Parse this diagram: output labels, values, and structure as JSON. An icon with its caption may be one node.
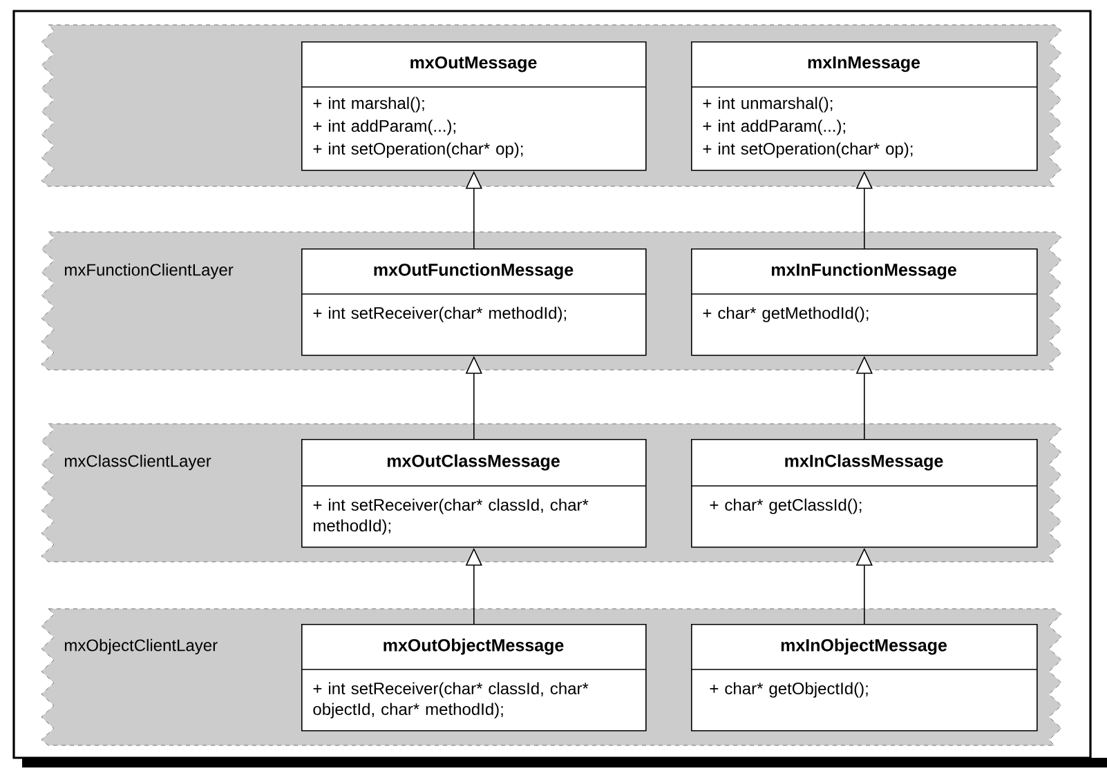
{
  "diagram": {
    "nodes": [
      {
        "text": [],
        "shape": "band"
      },
      {
        "text": [
          "mxOutMessage",
          "+ int marshal();",
          "+ int addParam(...);",
          "+ int setOperation(char* op);"
        ],
        "in": 0
      },
      {
        "text": [
          "mxInMessage",
          "+ int unmarshal();",
          "+ int addParam(...);",
          "+ int setOperation(char* op);"
        ],
        "in": 0
      },
      {
        "text": [
          "mxFunctionClientLayer"
        ]
      },
      {
        "text": [
          "mxOutFunctionMessage",
          "+ int setReceiver(char* methodId);"
        ],
        "in": 3
      },
      {
        "text": [
          "mxInFunctionMessage",
          "+ char* getMethodId();"
        ],
        "in": 3
      },
      {
        "text": [
          "mxClassClientLayer"
        ]
      },
      {
        "text": [
          "mxOutClassMessage",
          "+ int setReceiver(char* classId, char* methodId);"
        ],
        "in": 6
      },
      {
        "text": [
          "mxInClassMessage",
          "+ char* getClassId();"
        ],
        "in": 6
      },
      {
        "text": [
          "mxObjectClientLayer"
        ]
      },
      {
        "text": [
          "mxOutObjectMessage",
          "+ int setReceiver(char* classId, char* objectId, char* methodId);"
        ],
        "in": 9
      },
      {
        "text": [
          "mxInObjectMessage",
          "+ char* getObjectId();"
        ],
        "in": 9
      }
    ],
    "edges": [
      {
        "from": 4,
        "to": 1,
        "arrow": "to"
      },
      {
        "from": 5,
        "to": 2,
        "arrow": "to"
      },
      {
        "from": 7,
        "to": 4,
        "arrow": "to"
      },
      {
        "from": 8,
        "to": 5,
        "arrow": "to"
      },
      {
        "from": 10,
        "to": 7,
        "arrow": "to"
      },
      {
        "from": 11,
        "to": 8,
        "arrow": "to"
      }
    ]
  }
}
